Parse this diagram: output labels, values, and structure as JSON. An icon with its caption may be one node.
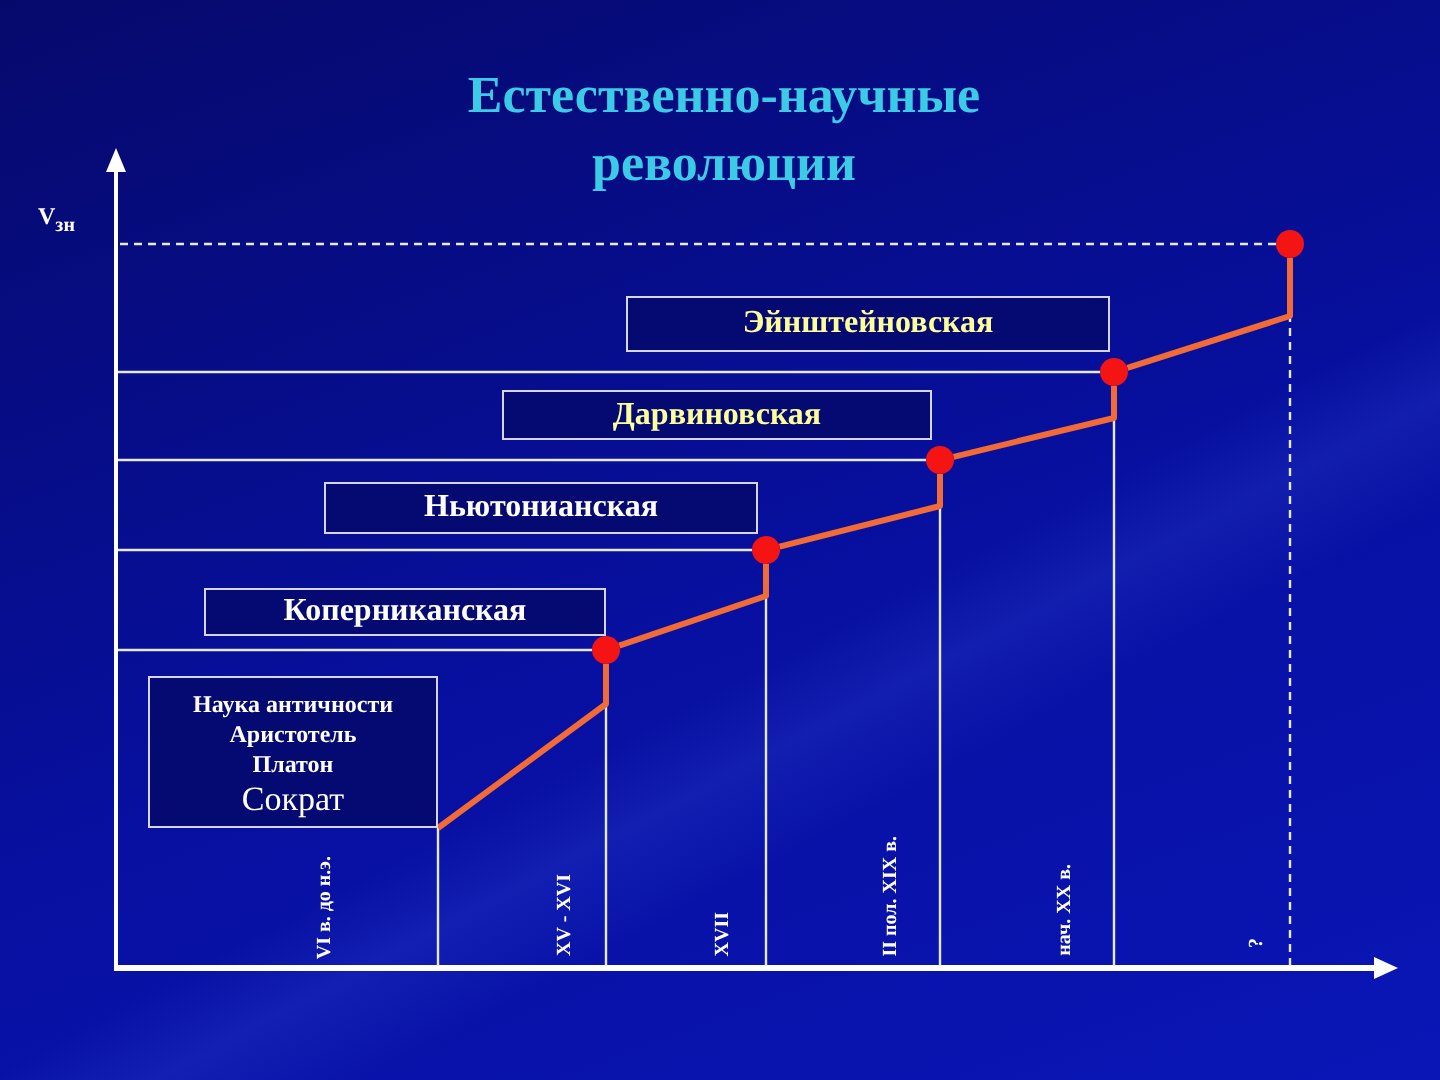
{
  "diagram": {
    "title": "Естественно-научные революции",
    "nodes": [
      {
        "text": [
          "Эйнштейновская"
        ]
      },
      {
        "text": [
          "Дарвиновская"
        ]
      },
      {
        "text": [
          "Ньютонианская"
        ]
      },
      {
        "text": [
          "Коперниканская"
        ]
      },
      {
        "text": [
          "Наука античности",
          "Аристотель",
          "Платон",
          "Сократ"
        ]
      },
      {
        "text": [],
        "shape": "circle"
      },
      {
        "text": [],
        "shape": "circle"
      },
      {
        "text": [],
        "shape": "circle"
      },
      {
        "text": [],
        "shape": "circle"
      },
      {
        "text": [],
        "shape": "circle"
      }
    ],
    "edges": [
      {
        "from": 4,
        "to": 9,
        "arrow": "none"
      },
      {
        "from": 9,
        "to": 8,
        "arrow": "none"
      },
      {
        "from": 8,
        "to": 7,
        "arrow": "none"
      },
      {
        "from": 7,
        "to": 6,
        "arrow": "none"
      },
      {
        "from": 6,
        "to": 5,
        "arrow": "none"
      }
    ],
    "labels": [
      "V$_{зн}$",
      "VI в. до н.э.",
      "XV - XVI",
      "XVII",
      "II пол. XIX в.",
      "нач. XX в.",
      "?"
    ]
  }
}
